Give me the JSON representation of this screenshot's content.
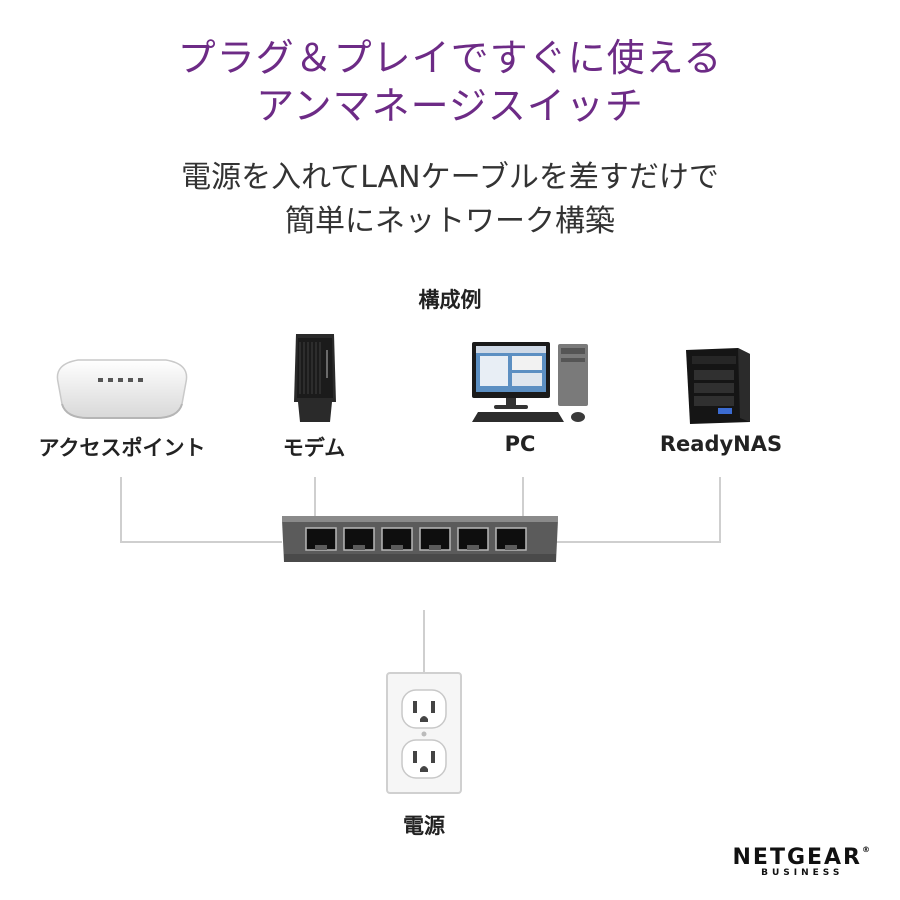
{
  "headline": {
    "line1": "プラグ＆プレイですぐに使える",
    "line2": "アンマネージスイッチ",
    "color": "#6d2b86"
  },
  "subheadline": {
    "line1": "電源を入れてLANケーブルを差すだけで",
    "line2": "簡単にネットワーク構築"
  },
  "diagram": {
    "title": "構成例",
    "devices": [
      {
        "label": "アクセスポイント",
        "icon": "access-point-icon"
      },
      {
        "label": "モデム",
        "icon": "modem-icon"
      },
      {
        "label": "PC",
        "icon": "pc-icon"
      },
      {
        "label": "ReadyNAS",
        "icon": "nas-icon"
      }
    ],
    "switch": {
      "icon": "network-switch-icon",
      "port_count": 6
    },
    "power": {
      "label": "電源",
      "icon": "power-outlet-icon"
    }
  },
  "logo": {
    "brand": "NETGEAR",
    "registered": "®",
    "tagline": "BUSINESS"
  }
}
